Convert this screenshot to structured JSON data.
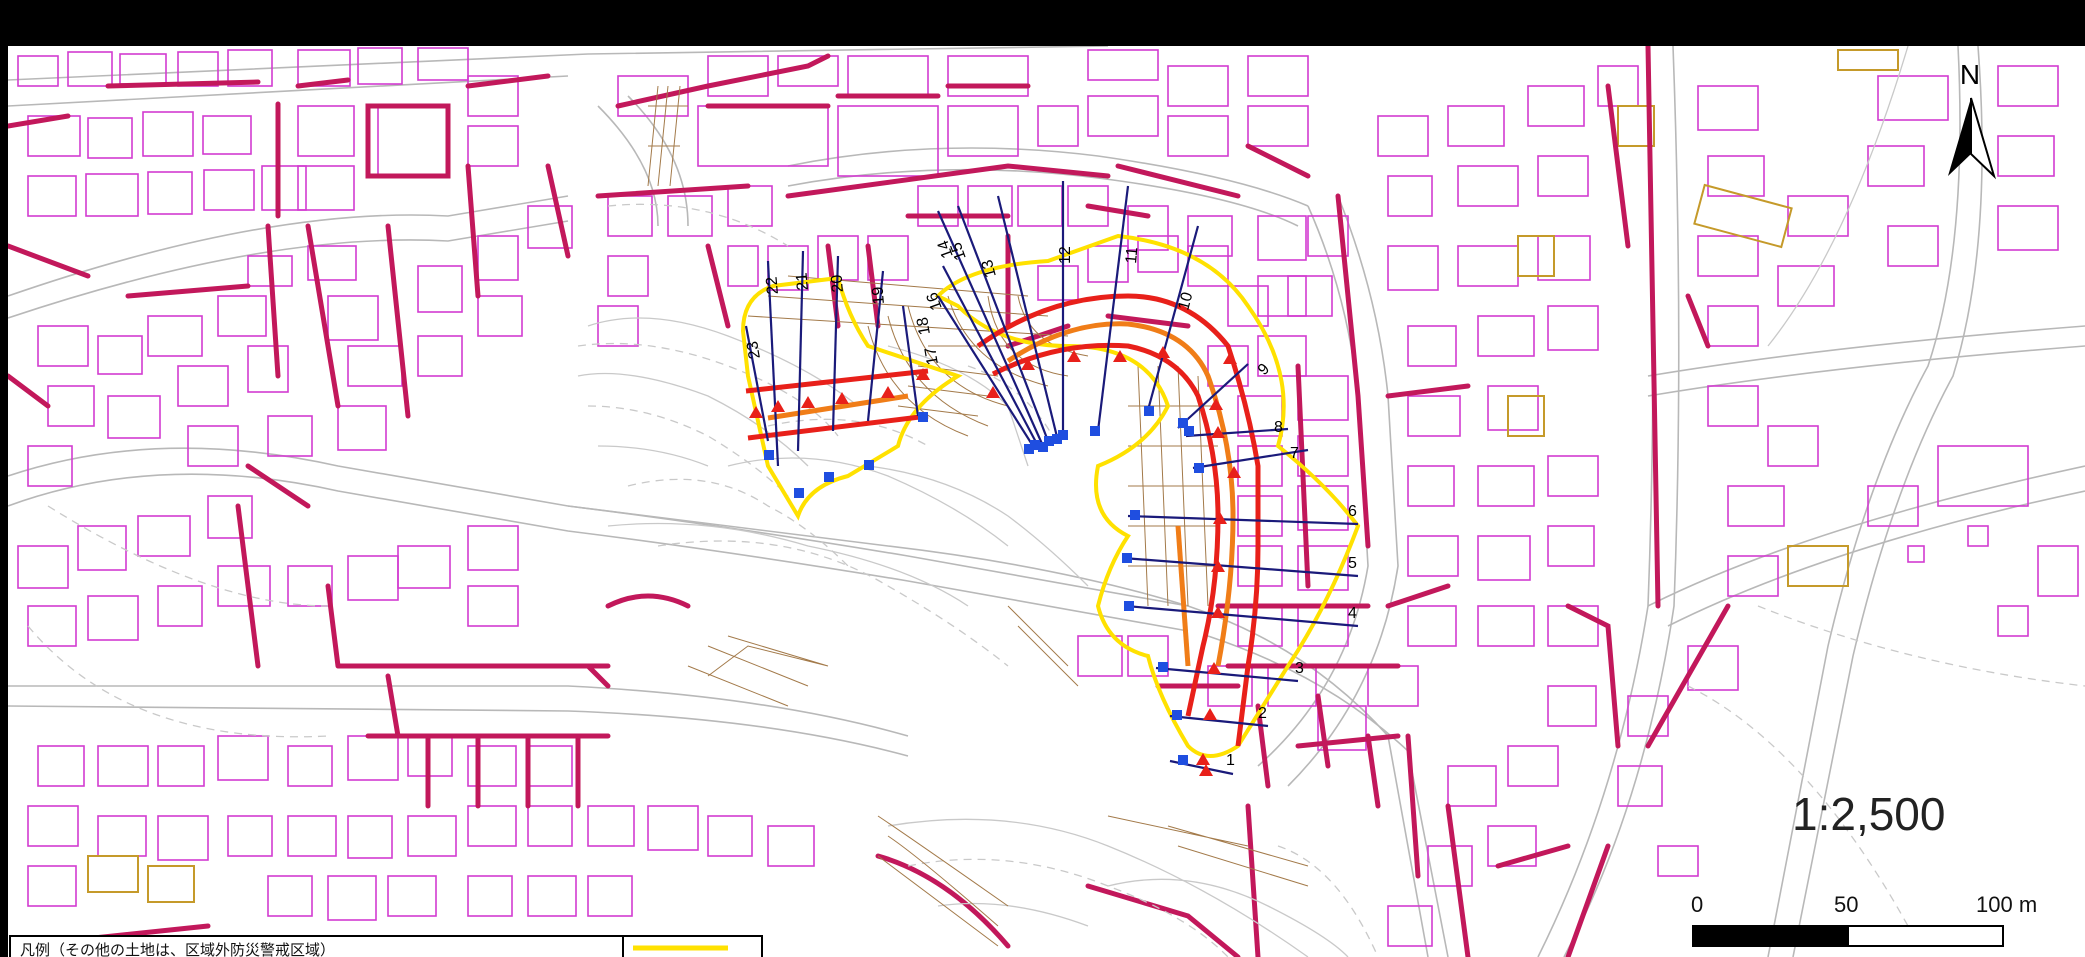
{
  "map": {
    "north_label": "N",
    "scale_text": "1:2,500",
    "scalebar": {
      "ticks": [
        "0",
        "50",
        "100 m"
      ],
      "values_m": [
        0,
        50,
        100
      ]
    },
    "transect_labels": [
      "1",
      "2",
      "3",
      "4",
      "5",
      "6",
      "7",
      "8",
      "9",
      "10",
      "11",
      "12",
      "13",
      "14",
      "15",
      "16",
      "17",
      "18",
      "19",
      "20",
      "21",
      "22",
      "23"
    ],
    "legend_text": "凡例（その他の土地は、区域外防災警戒区域）",
    "colors": {
      "building": "#d23bd0",
      "building_special": "#c59a2a",
      "retaining_wall": "#c2185b",
      "zone_boundary": "#ffe100",
      "red_line": "#e8201a",
      "orange_line": "#f07d18",
      "transect": "#1a1a7a",
      "square_marker": "#1f4ee0",
      "triangle_marker": "#e8201a",
      "slope_hatch": "#a37a4a"
    },
    "icons": [
      "north-arrow-icon"
    ]
  }
}
